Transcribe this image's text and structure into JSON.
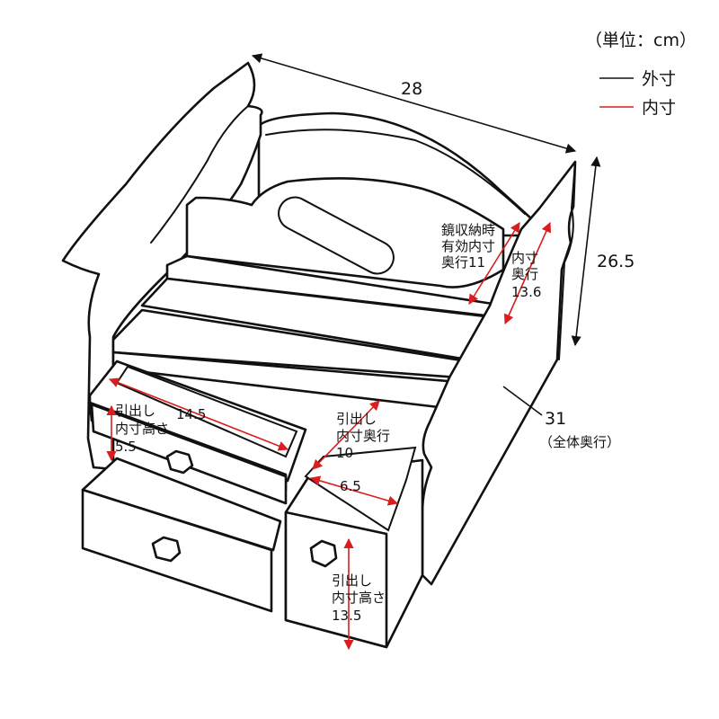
{
  "legend": {
    "unit": "（単位：cm）",
    "outer_label": "外寸",
    "inner_label": "内寸",
    "outer_color": "#111111",
    "inner_color": "#d81e1e"
  },
  "dimensions": {
    "width": "28",
    "height": "26.5",
    "depth": "31",
    "depth_note": "（全体奥行）"
  },
  "inner_dims": {
    "mirror_depth": [
      "鏡収納時",
      "有効内寸",
      "奥行11"
    ],
    "inner_depth": [
      "内寸",
      "奥行",
      "13.6"
    ],
    "drawer_width": "14.5",
    "drawer_height": [
      "引出し",
      "内寸高さ",
      "5.5"
    ],
    "drawer_depth": [
      "引出し",
      "内寸奥行",
      "10"
    ],
    "small_width": "6.5",
    "small_height": [
      "引出し",
      "内寸高さ",
      "13.5"
    ]
  },
  "colors": {
    "line": "#111111",
    "inner_arrow": "#d81e1e",
    "background": "#ffffff"
  }
}
